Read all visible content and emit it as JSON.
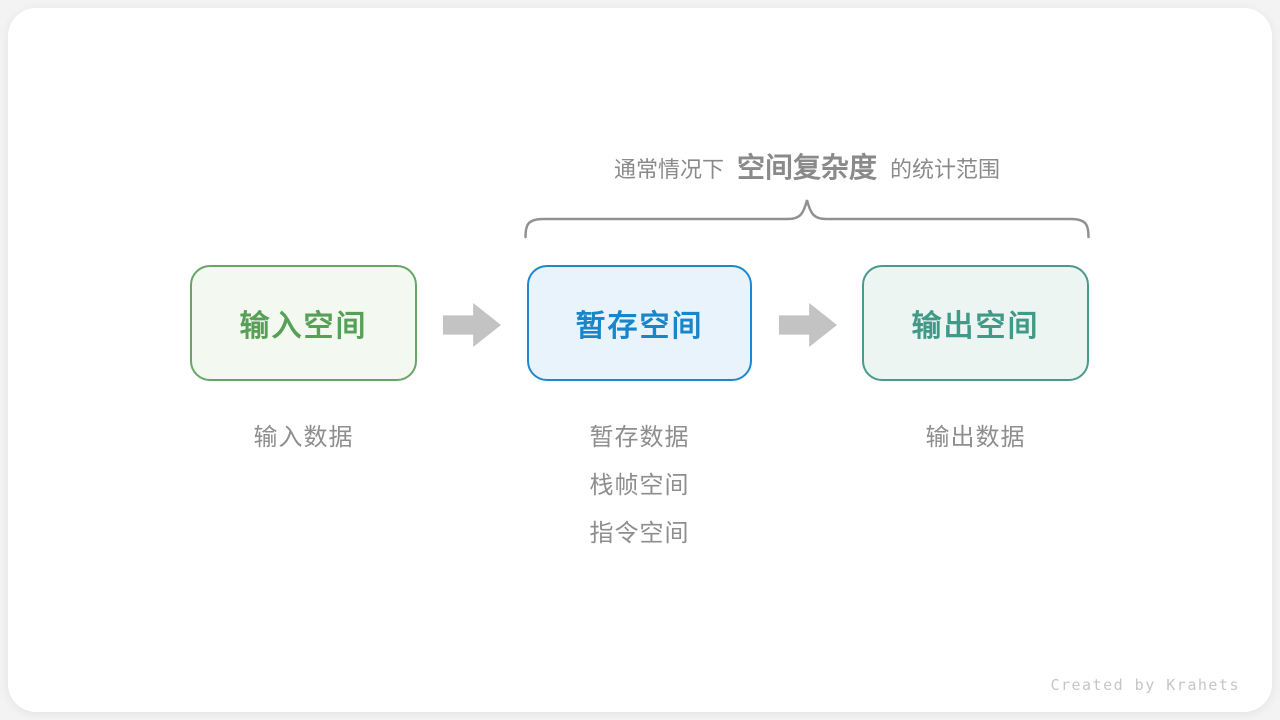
{
  "colors": {
    "page_bg": "#f3f3f4",
    "card_bg": "#ffffff",
    "gray_title": "#8a8a8a",
    "gray_note": "#8e8e8e",
    "brace": "#919191",
    "arrow": "#c3c3c3",
    "credit": "#c6c6c6",
    "green_border": "#68a668",
    "green_fill": "#f3f9f0",
    "green_text": "#57a057",
    "blue_border": "#1e88cf",
    "blue_fill": "#e8f3fc",
    "blue_text": "#1786cb",
    "teal_border": "#499a8c",
    "teal_fill": "#edf5f3",
    "teal_text": "#3f9a87"
  },
  "title": {
    "prefix": "通常情况下",
    "highlight": "空间复杂度",
    "suffix": "的统计范围"
  },
  "boxes": [
    {
      "id": "input-space",
      "label": "输入空间"
    },
    {
      "id": "temp-space",
      "label": "暂存空间"
    },
    {
      "id": "output-space",
      "label": "输出空间"
    }
  ],
  "notes": [
    {
      "box": "input-space",
      "lines": [
        "输入数据"
      ]
    },
    {
      "box": "temp-space",
      "lines": [
        "暂存数据",
        "栈帧空间",
        "指令空间"
      ]
    },
    {
      "box": "output-space",
      "lines": [
        "输出数据"
      ]
    }
  ],
  "footer": {
    "credit": "Created by Krahets"
  }
}
